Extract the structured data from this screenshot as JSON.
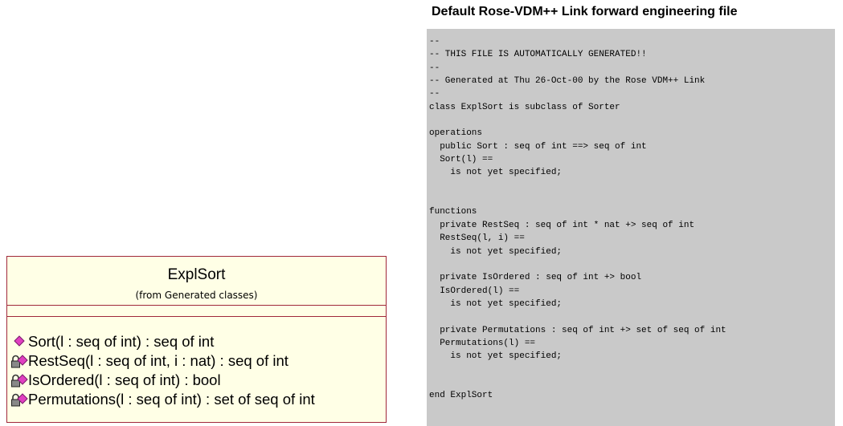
{
  "uml_class": {
    "name": "ExplSort",
    "package": "(from Generated classes)",
    "operations": [
      {
        "signature": "Sort(l : seq of int) : seq of int",
        "visibility": "public",
        "icon": "public-operation-icon"
      },
      {
        "signature": "RestSeq(l : seq of int, i : nat) : seq of int",
        "visibility": "private",
        "icon": "private-operation-lock-icon"
      },
      {
        "signature": "IsOrdered(l : seq of int) : bool",
        "visibility": "private",
        "icon": "private-operation-lock-icon"
      },
      {
        "signature": "Permutations(l : seq of int) : set of seq of int",
        "visibility": "private",
        "icon": "private-operation-lock-icon"
      }
    ]
  },
  "code": {
    "title": "Default Rose-VDM++ Link forward engineering file",
    "text": "--\n-- THIS FILE IS AUTOMATICALLY GENERATED!!\n--\n-- Generated at Thu 26-Oct-00 by the Rose VDM++ Link\n--\nclass ExplSort is subclass of Sorter\n\noperations\n  public Sort : seq of int ==> seq of int\n  Sort(l) ==\n    is not yet specified;\n\n\nfunctions\n  private RestSeq : seq of int * nat +> seq of int\n  RestSeq(l, i) ==\n    is not yet specified;\n\n  private IsOrdered : seq of int +> bool\n  IsOrdered(l) ==\n    is not yet specified;\n\n  private Permutations : seq of int +> set of seq of int\n  Permutations(l) ==\n    is not yet specified;\n\n\nend ExplSort"
  },
  "colors": {
    "uml_border": "#a0283a",
    "uml_fill": "#ffffe6",
    "public_icon": "#e040c0",
    "code_background": "#c9c9c9"
  }
}
